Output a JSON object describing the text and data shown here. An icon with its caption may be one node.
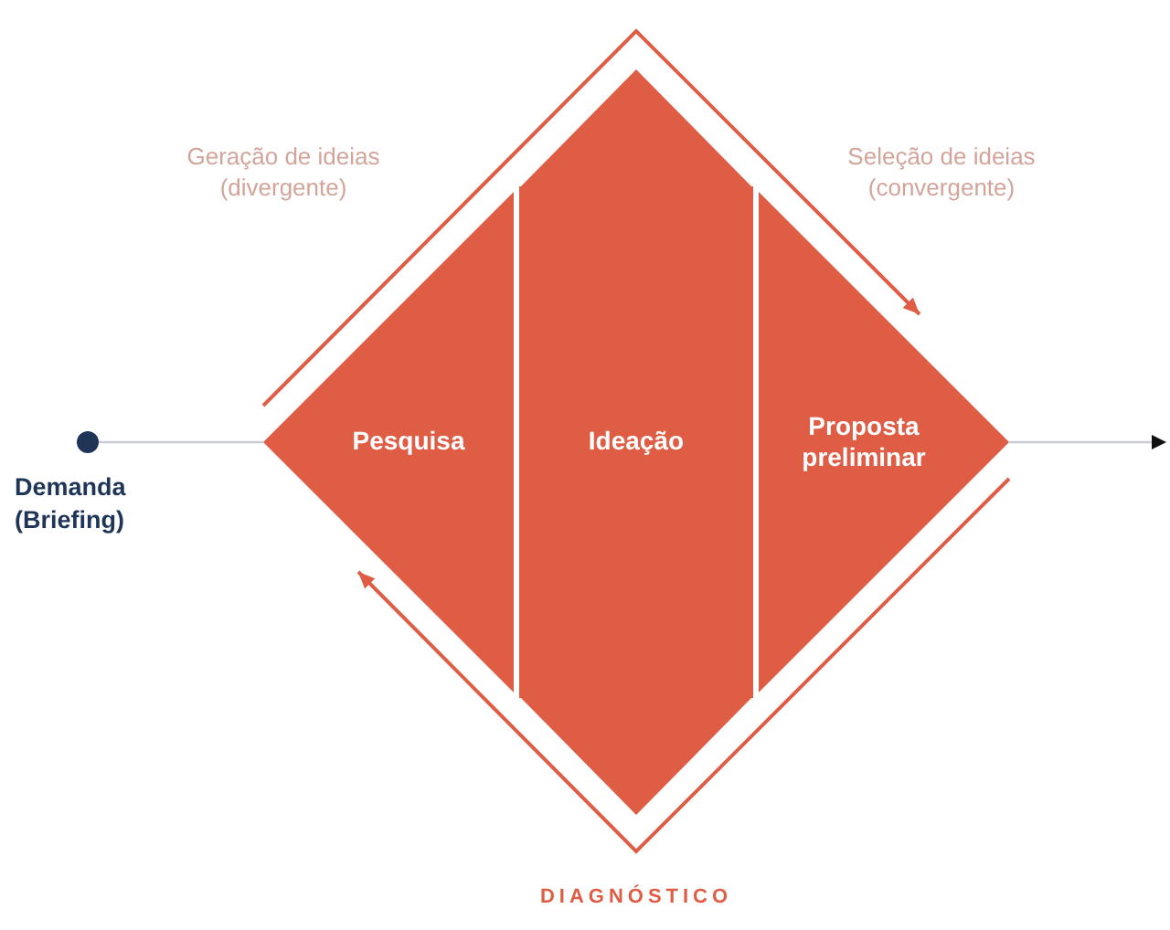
{
  "diagram": {
    "nodes": [
      {
        "text": [],
        "shape": "circle",
        "beside": [
          "Demanda (Briefing)"
        ]
      },
      {
        "text": [
          "Pesquisa"
        ]
      },
      {
        "text": [
          "Ideação"
        ]
      },
      {
        "text": [
          "Proposta preliminar"
        ]
      }
    ],
    "edges": [
      {
        "from": 0,
        "to": 1,
        "arrow": "none"
      },
      {
        "from": 3,
        "to": null,
        "arrow": "to"
      },
      {
        "from": 1,
        "to": 3,
        "arrow": "to",
        "color": "#df5d44"
      },
      {
        "from": 3,
        "to": 1,
        "arrow": "to",
        "color": "#df5d44"
      }
    ],
    "labels": [
      "Geração de ideias (divergente)",
      "Seleção de ideias (convergente)",
      "DIAGNÓSTICO"
    ]
  }
}
